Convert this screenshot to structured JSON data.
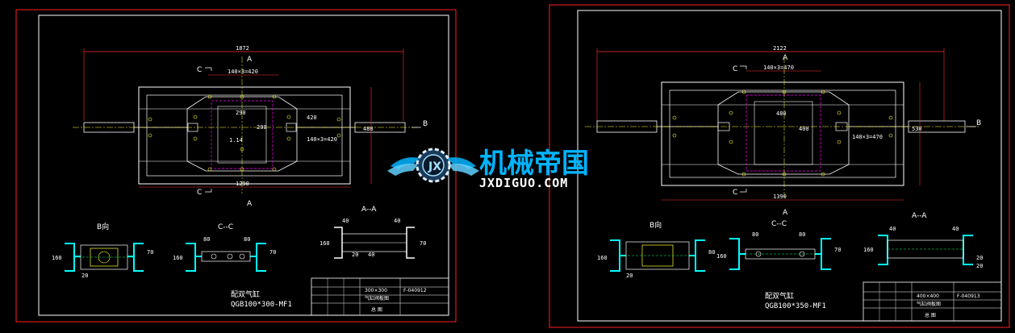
{
  "colors": {
    "background": "#000000",
    "frame": "#ff2020",
    "line": "#ffffff",
    "dimension": "#ff3030",
    "center": "#ffff33",
    "hidden": "#ff00ff",
    "section": "#00ffff",
    "green": "#00ff66",
    "brand": "#00b4ff"
  },
  "sheet_left": {
    "overall_width": "1872",
    "pitch": "140×3=420",
    "inner_w": "290",
    "inner_h": "200",
    "dim_420": "420",
    "dim_140x3": "140×3=420",
    "height": "480",
    "bottom_width": "1290",
    "dim_small": "1.14",
    "section_a_top": "A",
    "section_a_bottom": "A",
    "section_c_top": "C",
    "section_c_bottom": "C",
    "section_b": "B",
    "view_b_title": "B向",
    "view_c_title": "C--C",
    "view_a_title": "A--A",
    "view_b_dims": [
      "160",
      "70",
      "20"
    ],
    "view_c_dims": [
      "80",
      "80",
      "160",
      "70"
    ],
    "view_a_dims": [
      "40",
      "40",
      "160",
      "20",
      "40",
      "70"
    ],
    "note_line1": "配双气缸",
    "note_line2": "QGB100*300-MF1",
    "tb_drawing_no": "F-040912",
    "tb_name": "300×300",
    "tb_sub": "气缸阀板图",
    "tb_unit": "总 图"
  },
  "sheet_right": {
    "overall_width": "2122",
    "pitch": "140×3=470",
    "inner_w": "480",
    "inner_h": "400",
    "dim_right": "140×3=470",
    "height": "530",
    "bottom_width": "1390",
    "section_a_top": "A",
    "section_a_bottom": "A",
    "section_c_top": "C",
    "section_c_bottom": "C",
    "section_b": "B",
    "view_b_title": "B向",
    "view_c_title": "C--C",
    "view_a_title": "A--A",
    "view_b_dims": [
      "160",
      "80",
      "20"
    ],
    "view_c_dims": [
      "80",
      "80",
      "160",
      "70"
    ],
    "view_a_dims": [
      "40",
      "40",
      "160",
      "20",
      "20"
    ],
    "note_line1": "配双气缸",
    "note_line2": "QGB100*350-MF1",
    "tb_drawing_no": "F-040913",
    "tb_name": "400×400",
    "tb_sub": "气缸阀板图",
    "tb_unit": "总 图"
  },
  "watermark": {
    "logo_icon": "gear-wings-icon",
    "text_cn": "机械帝国",
    "text_en": "JXDIGUO.COM"
  }
}
